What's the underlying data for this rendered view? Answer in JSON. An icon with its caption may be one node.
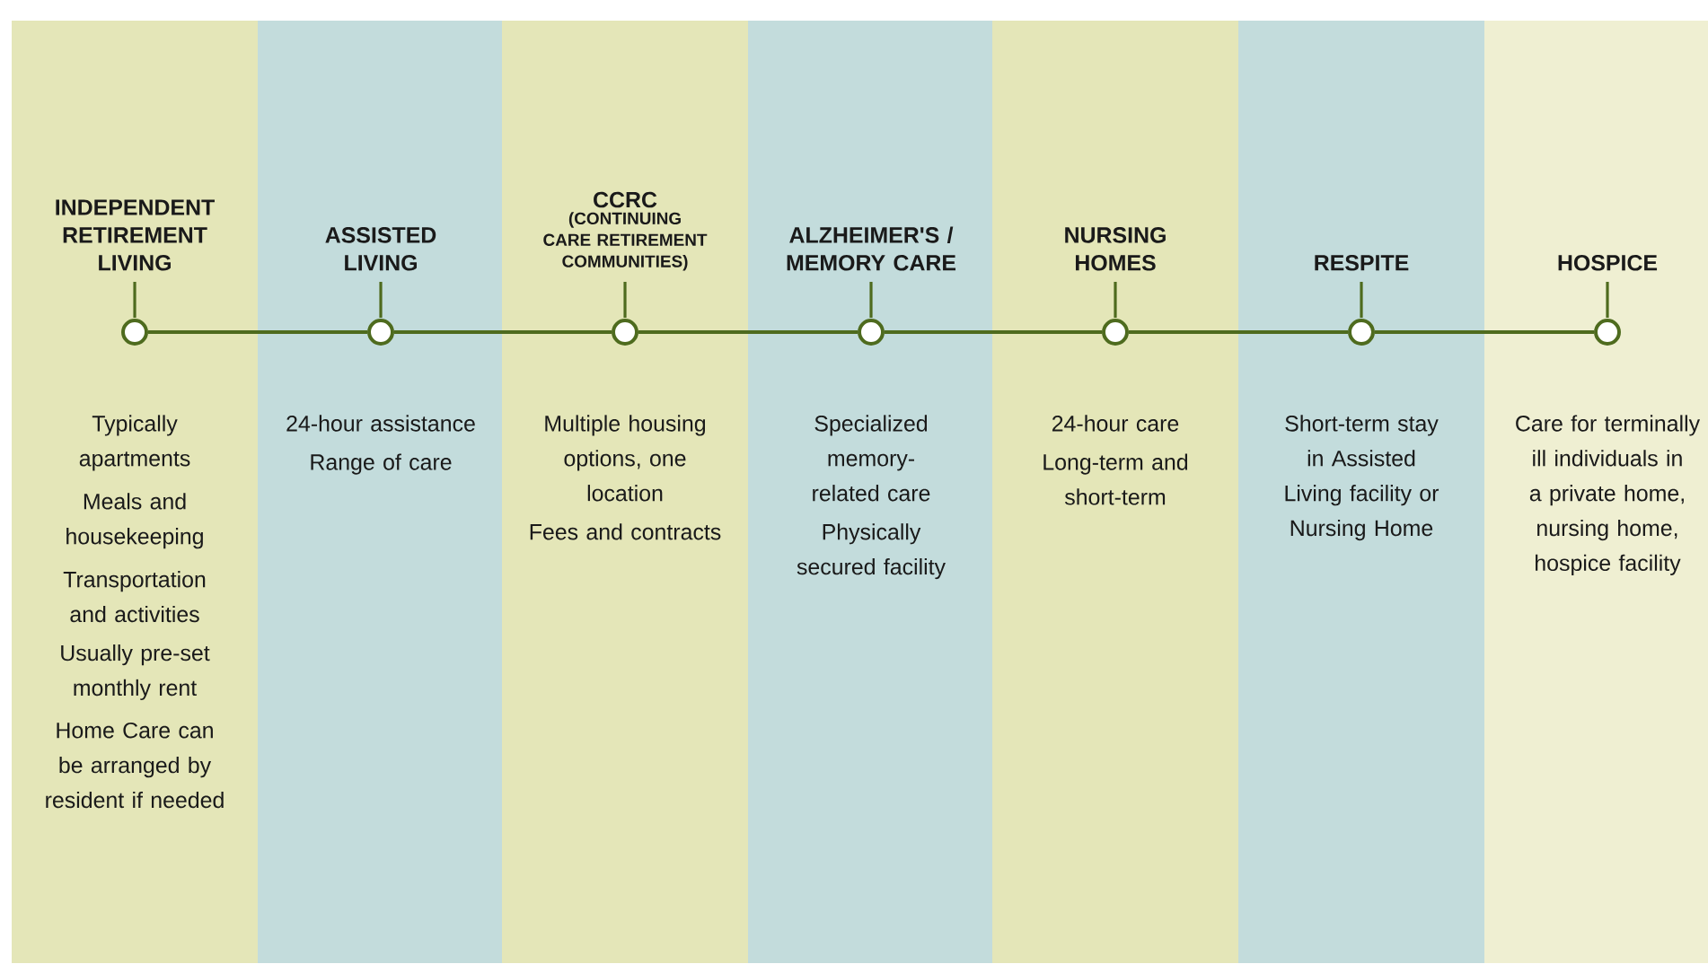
{
  "diagram": {
    "nodes": [
      {
        "text": [
          "INDEPENDENT RETIREMENT LIVING",
          "Typically apartments",
          "Meals and housekeeping",
          "Transportation and activities",
          "Usually pre-set monthly rent",
          "Home Care can be arranged by resident if needed"
        ]
      },
      {
        "text": [
          "ASSISTED LIVING",
          "24-hour assistance",
          "Range of care"
        ]
      },
      {
        "text": [
          "CCRC",
          "(CONTINUING CARE RETIREMENT COMMUNITIES)",
          "Multiple housing options, one location",
          "Fees and contracts"
        ]
      },
      {
        "text": [
          "ALZHEIMER'S / MEMORY CARE",
          "Specialized memory-related care",
          "Physically secured facility"
        ]
      },
      {
        "text": [
          "NURSING HOMES",
          "24-hour care",
          "Long-term and short-term"
        ]
      },
      {
        "text": [
          "RESPITE",
          "Short-term stay in Assisted Living facility or Nursing Home"
        ]
      },
      {
        "text": [
          "HOSPICE",
          "Care for terminally ill individuals in a private home, nursing home, hospice facility"
        ]
      },
      {
        "text": [],
        "shape": "circle",
        "in": 0
      },
      {
        "text": [],
        "shape": "circle",
        "in": 1
      },
      {
        "text": [],
        "shape": "circle",
        "in": 2
      },
      {
        "text": [],
        "shape": "circle",
        "in": 3
      },
      {
        "text": [],
        "shape": "circle",
        "in": 4
      },
      {
        "text": [],
        "shape": "circle",
        "in": 5
      },
      {
        "text": [],
        "shape": "circle",
        "in": 6
      }
    ],
    "edges": [
      {
        "from": 7,
        "to": 8,
        "arrow": "none"
      },
      {
        "from": 8,
        "to": 9,
        "arrow": "none"
      },
      {
        "from": 9,
        "to": 10,
        "arrow": "none"
      },
      {
        "from": 10,
        "to": 11,
        "arrow": "none"
      },
      {
        "from": 11,
        "to": 12,
        "arrow": "none"
      },
      {
        "from": 12,
        "to": 13,
        "arrow": "none"
      }
    ]
  }
}
